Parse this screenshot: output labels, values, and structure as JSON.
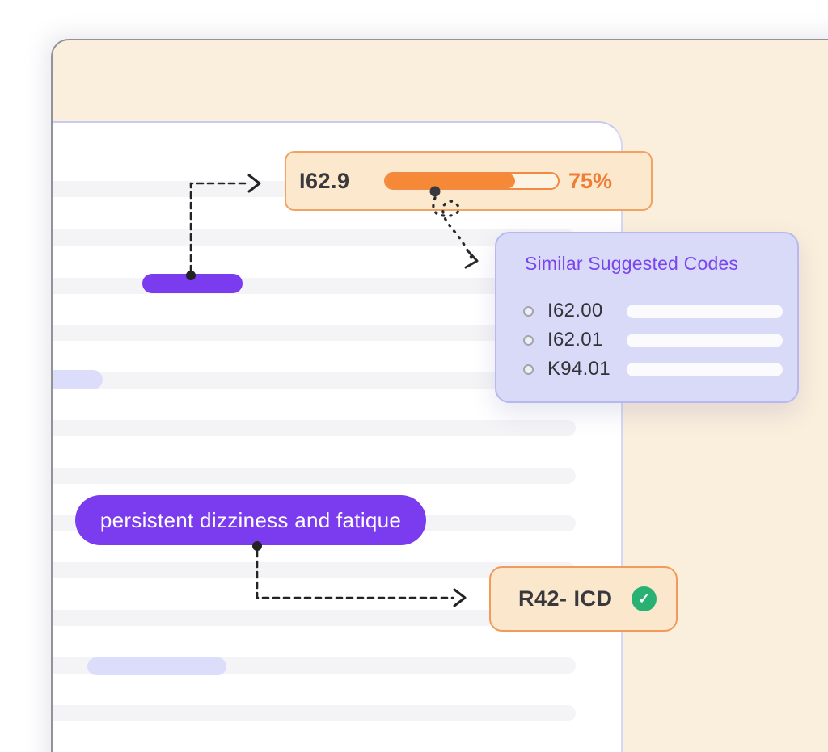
{
  "colors": {
    "accent_purple": "#7B3BEE",
    "accent_orange": "#F68938",
    "cream_background": "#FAEEDC",
    "lavender_card": "#D9DAF8",
    "success_green": "#29B173",
    "skeleton_gray": "#F4F4F6"
  },
  "code_badge": {
    "code": "I62.9",
    "confidence_label": "75%",
    "confidence_percent": 75
  },
  "suggested_codes": {
    "title": "Similar Suggested Codes",
    "options": [
      {
        "code": "I62.00"
      },
      {
        "code": "I62.01"
      },
      {
        "code": "K94.01"
      }
    ]
  },
  "highlight": {
    "text": "persistent dizziness and fatique"
  },
  "result_badge": {
    "code": "R42- ICD"
  },
  "icons": {
    "check": "✓"
  },
  "layout_hints": {
    "skeleton_line_tops": [
      72,
      132,
      192,
      250,
      309,
      368,
      427,
      486,
      544,
      603,
      662,
      721,
      780
    ]
  }
}
